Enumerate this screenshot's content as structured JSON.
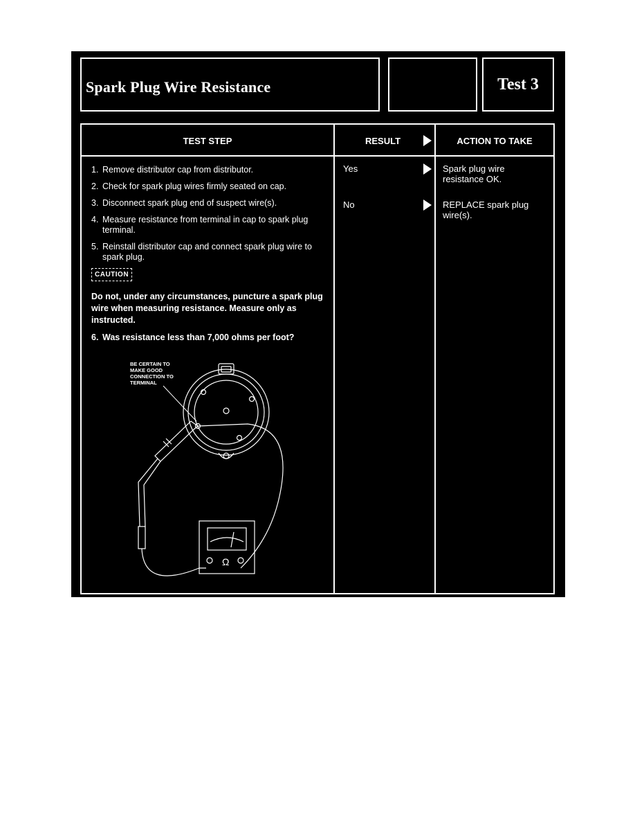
{
  "header": {
    "title": "Spark Plug Wire Resistance",
    "test_label": "Test 3"
  },
  "columns": {
    "test_step": "TEST STEP",
    "result": "RESULT",
    "action": "ACTION TO TAKE"
  },
  "steps": [
    {
      "num": "1.",
      "text": "Remove distributor cap from distributor."
    },
    {
      "num": "2.",
      "text": "Check for spark plug wires firmly seated on cap."
    },
    {
      "num": "3.",
      "text": "Disconnect spark plug end of suspect wire(s)."
    },
    {
      "num": "4.",
      "text": "Measure resistance from terminal in cap to spark plug terminal."
    },
    {
      "num": "5.",
      "text": "Reinstall distributor cap and connect spark plug wire to spark plug."
    }
  ],
  "caution": {
    "label": "CAUTION",
    "text": "Do not, under any circumstances, puncture a spark plug wire when measuring resistance. Measure only as instructed."
  },
  "question": {
    "num": "6.",
    "text": "Was resistance less than 7,000 ohms per foot?"
  },
  "results": [
    {
      "result": "Yes",
      "action": "Spark plug wire resistance OK."
    },
    {
      "result": "No",
      "action": "REPLACE spark plug wire(s)."
    }
  ],
  "diagram": {
    "note_lines": [
      "BE CERTAIN TO",
      "MAKE GOOD",
      "CONNECTION TO",
      "TERMINAL"
    ],
    "meter_symbol": "Ω"
  }
}
